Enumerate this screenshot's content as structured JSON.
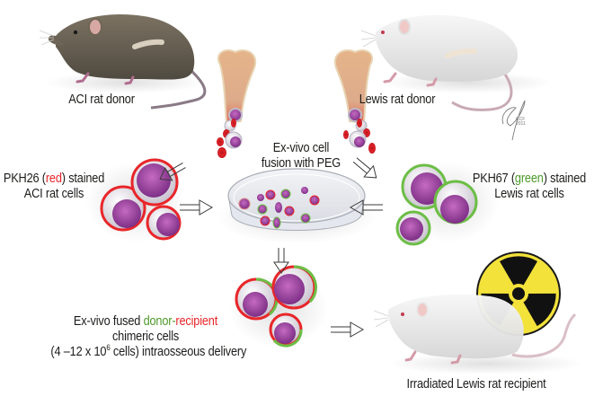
{
  "figure": {
    "labels": {
      "aci_donor": "ACI rat donor",
      "lewis_donor": "Lewis rat donor",
      "fusion": {
        "line1": "Ex-vivo cell",
        "line2": "fusion with PEG"
      },
      "pkh26": {
        "prefix": "PKH26 (",
        "color_word": "red",
        "suffix": ") stained",
        "line2": "ACI rat cells"
      },
      "pkh67": {
        "prefix": "PKH67 (",
        "color_word": "green",
        "suffix": ") stained",
        "line2": "Lewis rat cells"
      },
      "chimeric": {
        "prefix": "Ex-vivo fused ",
        "donor_word": "donor-",
        "recipient_word": "recipient",
        "line2": "chimeric cells",
        "line3_a": "(4 –12 x 10",
        "line3_sup": "6",
        "line3_b": " cells) intraosseous delivery"
      },
      "recipient": "Irradiated Lewis rat recipient"
    },
    "signature": {
      "initials": "CCF",
      "year": "2011"
    },
    "colors": {
      "pkh26_red": "#e8262a",
      "pkh67_green": "#4d9a2a",
      "aci_fur": "#6f6556",
      "lewis_fur": "#eeeeee",
      "radiation_yellow": "#f3e23a"
    },
    "icons": [
      "aci-rat-illustration",
      "lewis-rat-illustration",
      "femur-bone-icon",
      "cell-icon",
      "petri-dish-icon",
      "radiation-hazard-icon",
      "flow-arrow-icon"
    ]
  }
}
